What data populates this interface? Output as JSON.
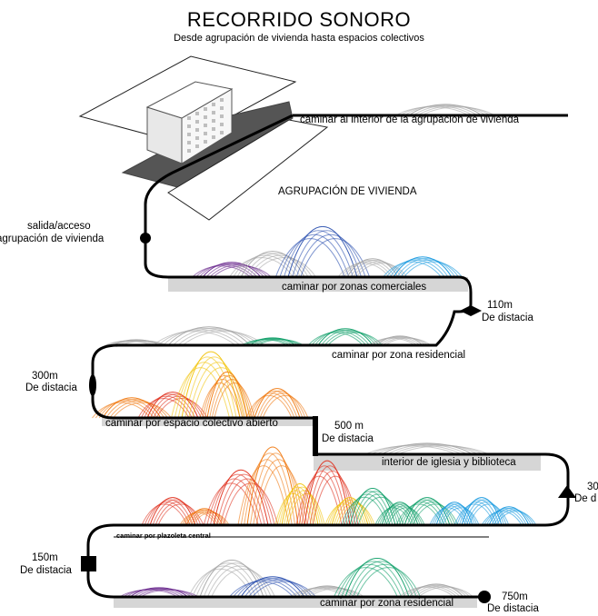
{
  "title": "RECORRIDO SONORO",
  "subtitle": "Desde agrupación de vivienda hasta espacios colectivos",
  "segments": {
    "s1": "caminar al interior de la agrupación de vivienda",
    "housing": "AGRUPACIÓN DE VIVIENDA",
    "s2": "caminar por zonas comerciales",
    "s3": "caminar por zona residencial",
    "s4": "caminar por espacio colectivo abierto",
    "s5": "interior de iglesia y biblioteca",
    "s6": "caminar por plazoleta central",
    "s7": "caminar por zona residencial"
  },
  "markers": {
    "exit": {
      "line1": "salida/acceso",
      "line2": "agrupación de vivienda",
      "shape": "circle"
    },
    "m110": {
      "distance": "110m",
      "caption": "De distacia",
      "shape": "double-arrow"
    },
    "m300": {
      "distance": "300m",
      "caption": "De distacia",
      "shape": "ellipse"
    },
    "m500": {
      "distance": "500 m",
      "caption": "De distacia",
      "shape": "vertical-bar"
    },
    "m3x": {
      "distance": "30",
      "caption": "De d",
      "shape": "triangle"
    },
    "m150": {
      "distance": "150m",
      "caption": "De distacia",
      "shape": "square"
    },
    "m750": {
      "distance": "750m",
      "caption": "De distacia",
      "shape": "circle"
    }
  },
  "colors": {
    "purple": "#6a2a8e",
    "blue": "#2d52b0",
    "cyan": "#1b9be0",
    "green": "#12a06a",
    "orange": "#f07a12",
    "yellow": "#f2c40e",
    "red": "#e0301e",
    "gray": "#a8a8a8",
    "ground": "#d6d6d6"
  }
}
